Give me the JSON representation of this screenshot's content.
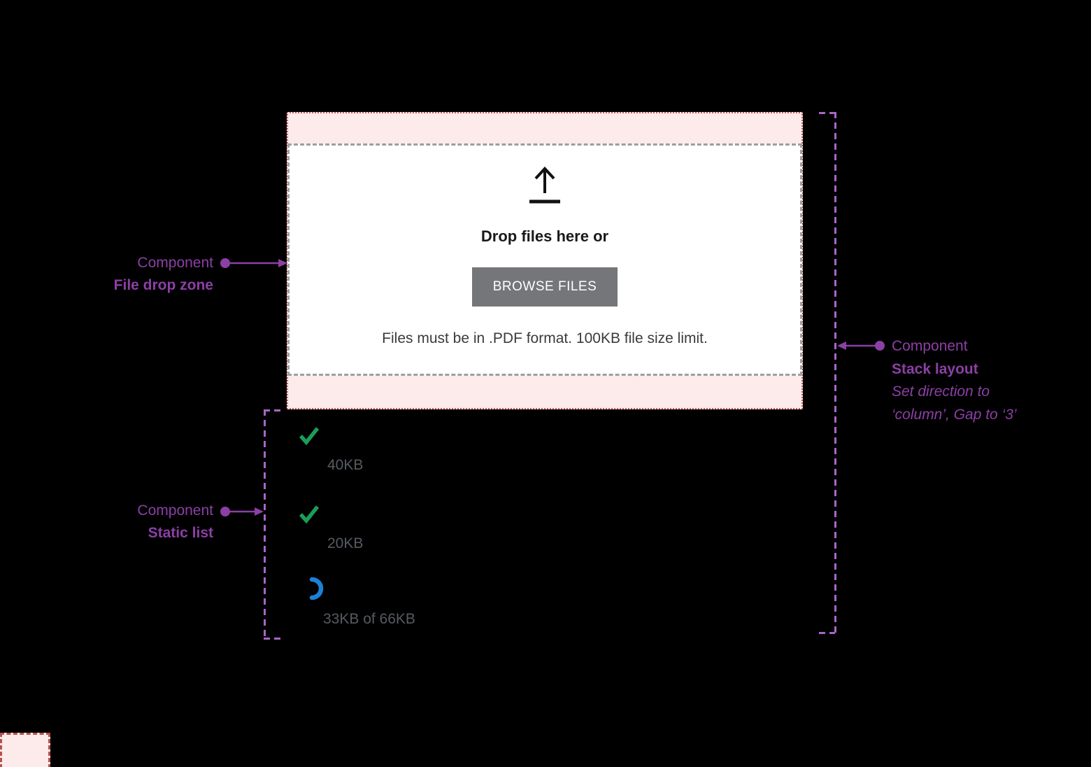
{
  "drop_zone": {
    "heading": "Drop files here or",
    "button_label": "BROWSE FILES",
    "helper_text": "Files must be in .PDF format. 100KB file size limit.",
    "icon": "upload-icon"
  },
  "annotations": {
    "drop_zone": {
      "eyebrow": "Component",
      "title": "File drop zone"
    },
    "static_list": {
      "eyebrow": "Component",
      "title": "Static list"
    },
    "stack_layout": {
      "eyebrow": "Component",
      "title": "Stack layout",
      "note_line1": "Set direction to",
      "note_line2": "‘column’, Gap to ‘3’"
    }
  },
  "file_list": {
    "items": [
      {
        "status": "complete",
        "icon": "check-icon",
        "size_label": "40KB"
      },
      {
        "status": "complete",
        "icon": "check-icon",
        "size_label": "20KB"
      },
      {
        "status": "uploading",
        "icon": "spinner-icon",
        "size_label": "33KB of 66KB"
      }
    ]
  },
  "colors": {
    "annotation_purple": "#8c3fa5",
    "boundary_purple": "#a767c5",
    "padding_pink": "#fdeaea",
    "padding_border_red": "#bb5e5c",
    "dropzone_border_gray": "#9e9e9e",
    "button_gray": "#74767a",
    "success_green": "#1a9e57",
    "progress_blue": "#1c80d6"
  }
}
